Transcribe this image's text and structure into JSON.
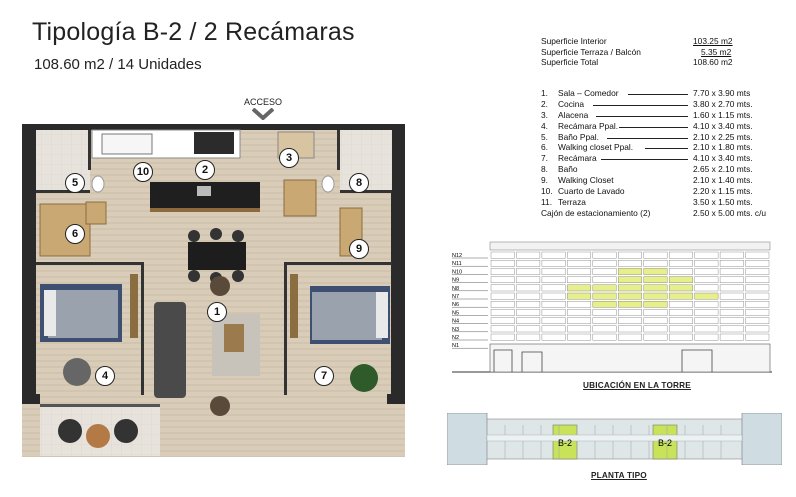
{
  "header": {
    "title": "Tipología B-2 / 2 Recámaras",
    "subtitle": "108.60 m2 / 14 Unidades"
  },
  "plan": {
    "entrance_label": "ACCESO",
    "markers": [
      "1",
      "2",
      "3",
      "4",
      "5",
      "6",
      "7",
      "8",
      "9",
      "10"
    ]
  },
  "areas": [
    {
      "label": "Superficie Interior",
      "value": "103.25 m2"
    },
    {
      "label": "Superficie Terraza / Balcón",
      "value": "5.35 m2"
    },
    {
      "label": "Superficie Total",
      "value": "108.60 m2"
    }
  ],
  "rooms": [
    {
      "num": "1.",
      "name": "Sala – Comedor",
      "dims": "7.70 x 3.90 mts"
    },
    {
      "num": "2.",
      "name": "Cocina",
      "dims": "3.80 x 2.70 mts."
    },
    {
      "num": "3.",
      "name": "Alacena",
      "dims": "1.60 x 1.15 mts."
    },
    {
      "num": "4.",
      "name": "Recámara Ppal.",
      "dims": "4.10 x 3.40 mts."
    },
    {
      "num": "5.",
      "name": "Baño Ppal.",
      "dims": "2.10 x 2.25 mts."
    },
    {
      "num": "6.",
      "name": "Walking closet Ppal.",
      "dims": "2.10 x 1.80  mts."
    },
    {
      "num": "7.",
      "name": "Recámara",
      "dims": "4.10 x 3.40 mts."
    },
    {
      "num": "8.",
      "name": "Baño",
      "dims": "2.65 x 2.10 mts."
    },
    {
      "num": "9.",
      "name": "Walking Closet",
      "dims": "2.10 x 1.40 mts."
    },
    {
      "num": "10.",
      "name": "Cuarto de Lavado",
      "dims": "2.20 x 1.15 mts."
    },
    {
      "num": "11.",
      "name": "Terraza",
      "dims": "3.50 x 1.50 mts."
    }
  ],
  "parking": {
    "label": "Cajón de estacionamiento (2)",
    "dims": "2.50 x 5.00 mts. c/u"
  },
  "tower": {
    "caption": "UBICACIÓN EN LA TORRE",
    "levels": [
      "N12",
      "N11",
      "N10",
      "N9",
      "N8",
      "N7",
      "N6",
      "N5",
      "N4",
      "N3",
      "N2",
      "N1"
    ],
    "highlight_color": "#e6ef8a"
  },
  "floor": {
    "caption": "PLANTA TIPO",
    "unit_labels": [
      "B-2",
      "B-2"
    ],
    "highlight_color": "#c8e35a"
  }
}
